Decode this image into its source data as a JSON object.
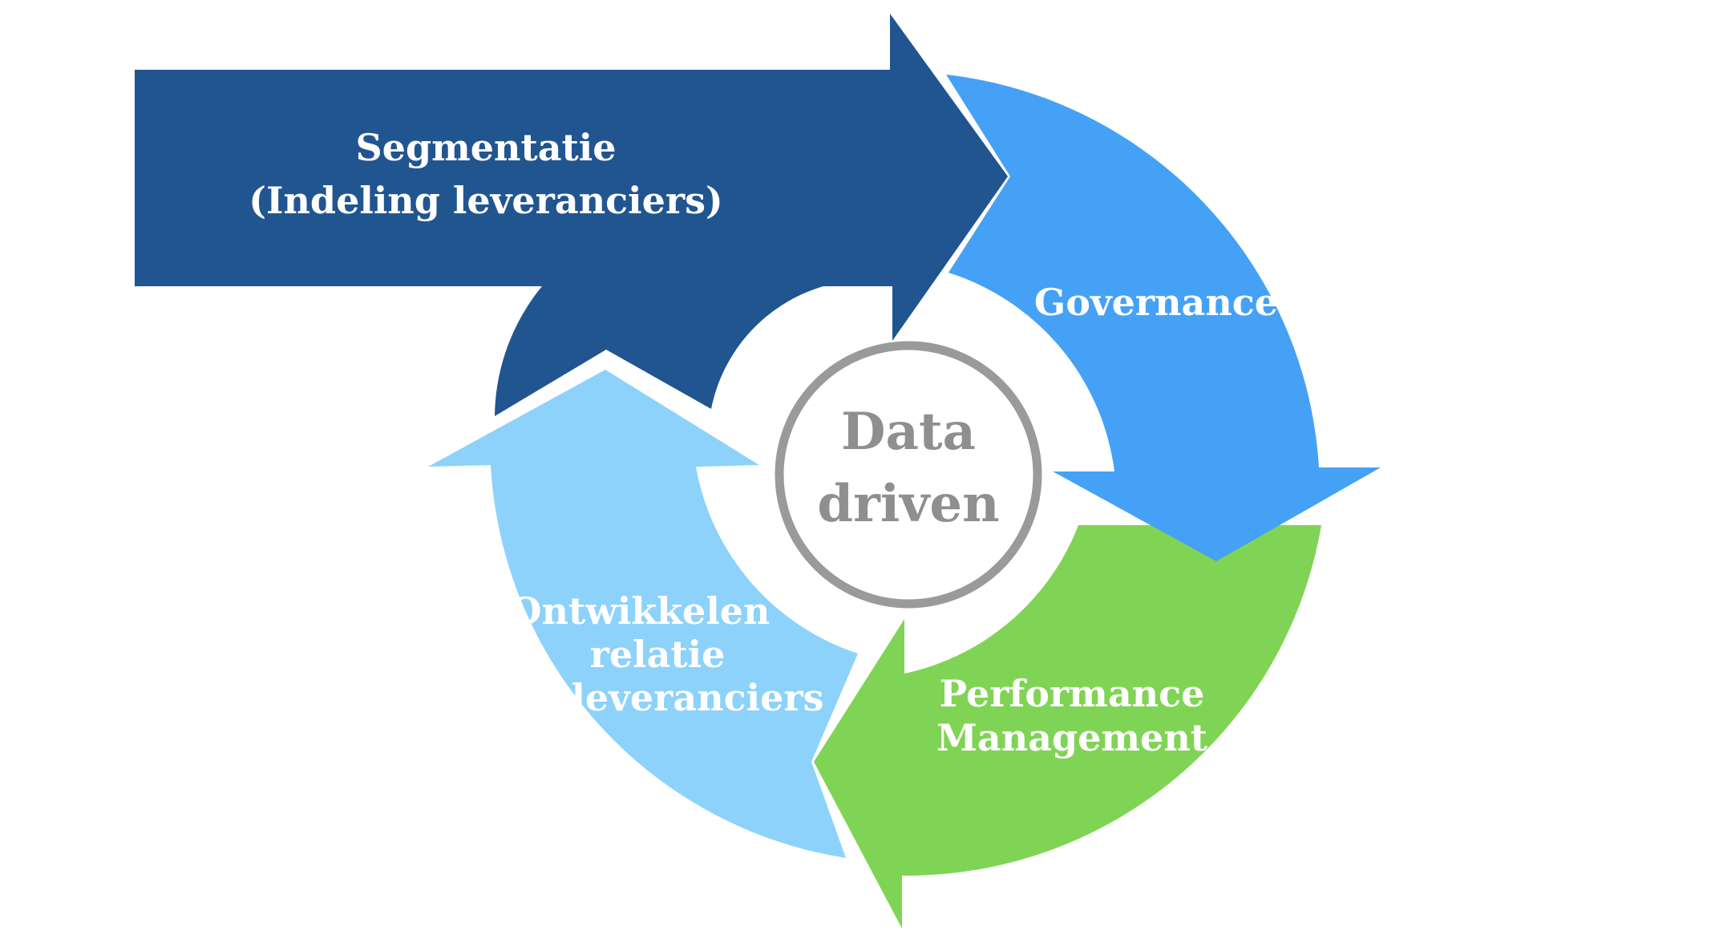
{
  "diagram": {
    "center": {
      "line1": "Data",
      "line2": "driven",
      "ring_color": "#9a9a9a",
      "text_color": "#8f8f8f"
    },
    "segments": [
      {
        "id": "segmentatie",
        "color": "#215590",
        "lines": [
          "Segmentatie",
          "(Indeling leveranciers)"
        ]
      },
      {
        "id": "governance",
        "color": "#45a1f5",
        "lines": [
          "Governance"
        ]
      },
      {
        "id": "performance",
        "color": "#80d455",
        "lines": [
          "Performance",
          "Management"
        ]
      },
      {
        "id": "ontwikkelen",
        "color": "#8dd2fb",
        "lines": [
          "Ontwikkelen",
          "relatie",
          "leveranciers"
        ]
      }
    ]
  }
}
